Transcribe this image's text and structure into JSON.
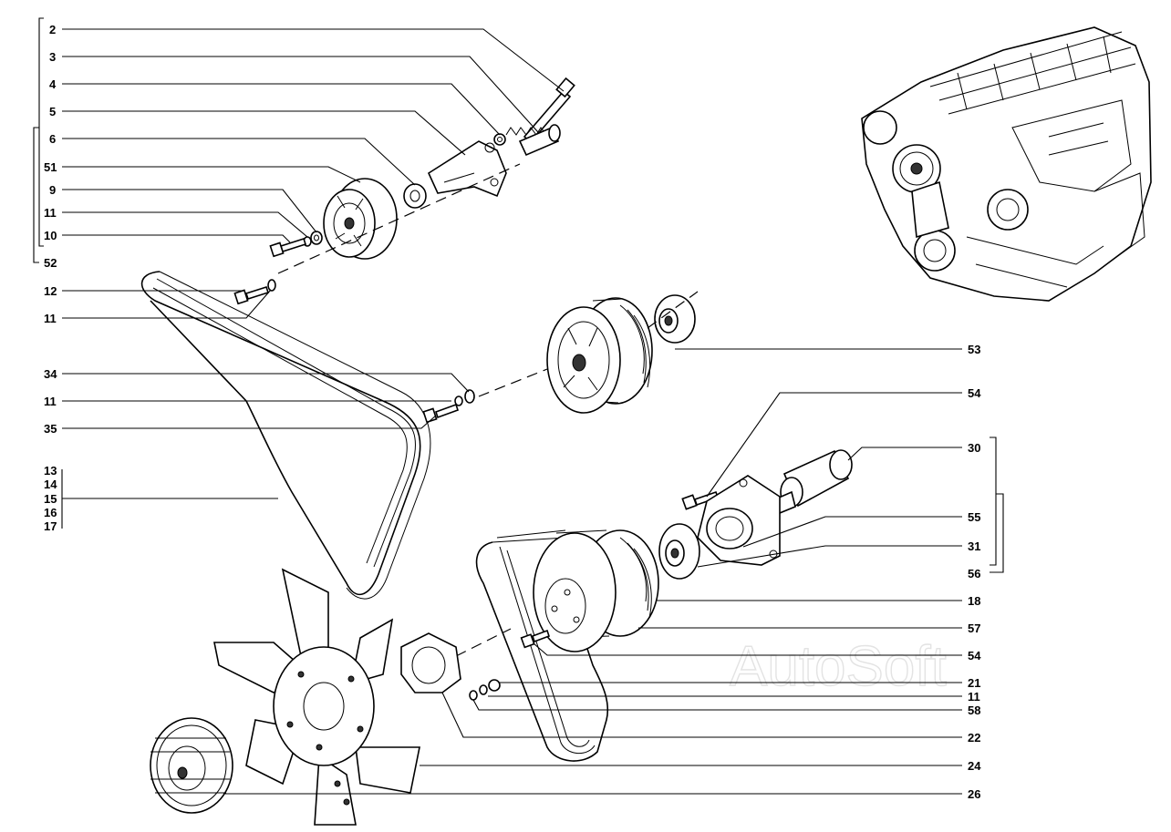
{
  "watermark": "AutoSoft",
  "callouts": {
    "c2": "2",
    "c3": "3",
    "c4": "4",
    "c5": "5",
    "c6": "6",
    "c51": "51",
    "c9": "9",
    "c11a": "11",
    "c10": "10",
    "c52": "52",
    "c12": "12",
    "c11b": "11",
    "c34": "34",
    "c11c": "11",
    "c35": "35",
    "c13": "13",
    "c14": "14",
    "c15": "15",
    "c16": "16",
    "c17": "17",
    "c53": "53",
    "c54a": "54",
    "c30": "30",
    "c55": "55",
    "c31": "31",
    "c56": "56",
    "c18": "18",
    "c57": "57",
    "c54b": "54",
    "c21": "21",
    "c11d": "11",
    "c58": "58",
    "c22": "22",
    "c24": "24",
    "c26": "26"
  }
}
